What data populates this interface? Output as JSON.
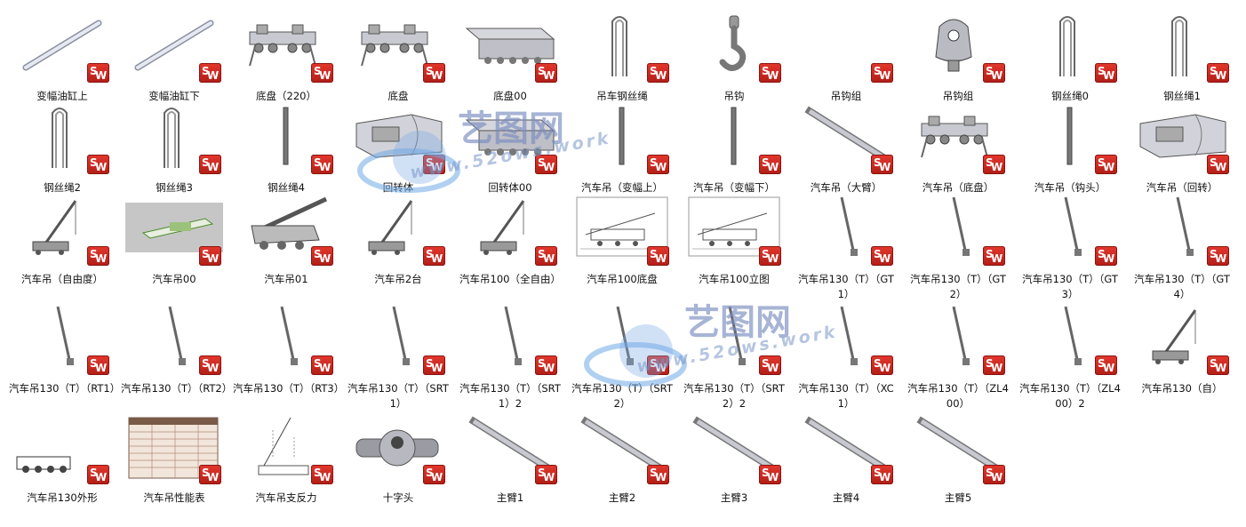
{
  "watermark": {
    "text": "艺图网",
    "url": "www.52ows.work"
  },
  "items": [
    {
      "label": "变幅油缸上",
      "icon": "rod"
    },
    {
      "label": "变幅油缸下",
      "icon": "rod"
    },
    {
      "label": "底盘（220）",
      "icon": "chassis"
    },
    {
      "label": "底盘",
      "icon": "chassis"
    },
    {
      "label": "底盘00",
      "icon": "chassis-block"
    },
    {
      "label": "吊车钢丝绳",
      "icon": "loop-rope"
    },
    {
      "label": "吊钩",
      "icon": "hook"
    },
    {
      "label": "吊钩组",
      "icon": "blank"
    },
    {
      "label": "吊钩组",
      "icon": "hook-block"
    },
    {
      "label": "钢丝绳0",
      "icon": "loop-rope"
    },
    {
      "label": "钢丝绳1",
      "icon": "loop-rope"
    },
    {
      "label": "钢丝绳2",
      "icon": "loop-rope"
    },
    {
      "label": "钢丝绳3",
      "icon": "loop-rope"
    },
    {
      "label": "钢丝绳4",
      "icon": "vertical-rod"
    },
    {
      "label": "回转体",
      "icon": "turntable"
    },
    {
      "label": "回转体00",
      "icon": "chassis-block"
    },
    {
      "label": "汽车吊（变幅上）",
      "icon": "vertical-rod"
    },
    {
      "label": "汽车吊（变幅下）",
      "icon": "vertical-rod"
    },
    {
      "label": "汽车吊（大臂）",
      "icon": "beam"
    },
    {
      "label": "汽车吊（底盘）",
      "icon": "chassis"
    },
    {
      "label": "汽车吊（钩头）",
      "icon": "vertical-rod"
    },
    {
      "label": "汽车吊（回转）",
      "icon": "turntable"
    },
    {
      "label": "汽车吊（自由度）",
      "icon": "crane"
    },
    {
      "label": "汽车吊00",
      "icon": "render"
    },
    {
      "label": "汽车吊01",
      "icon": "crane-truck"
    },
    {
      "label": "汽车吊2台",
      "icon": "crane"
    },
    {
      "label": "汽车吊100（全自由）",
      "icon": "crane"
    },
    {
      "label": "汽车吊100底盘",
      "icon": "drawing"
    },
    {
      "label": "汽车吊100立图",
      "icon": "drawing"
    },
    {
      "label": "汽车吊130（T）（GT1）",
      "icon": "boom"
    },
    {
      "label": "汽车吊130（T）（GT2）",
      "icon": "boom"
    },
    {
      "label": "汽车吊130（T）（GT3）",
      "icon": "boom"
    },
    {
      "label": "汽车吊130（T）（GT4）",
      "icon": "boom"
    },
    {
      "label": "汽车吊130（T）（RT1）",
      "icon": "boom"
    },
    {
      "label": "汽车吊130（T）（RT2）",
      "icon": "boom"
    },
    {
      "label": "汽车吊130（T）（RT3）",
      "icon": "boom"
    },
    {
      "label": "汽车吊130（T）（SRT1）",
      "icon": "boom"
    },
    {
      "label": "汽车吊130（T）（SRT1）2",
      "icon": "boom"
    },
    {
      "label": "汽车吊130（T）（SRT2）",
      "icon": "boom"
    },
    {
      "label": "汽车吊130（T）（SRT2）2",
      "icon": "boom"
    },
    {
      "label": "汽车吊130（T）（XC1）",
      "icon": "boom"
    },
    {
      "label": "汽车吊130（T）（ZL400）",
      "icon": "boom"
    },
    {
      "label": "汽车吊130（T）（ZL400）2",
      "icon": "boom"
    },
    {
      "label": "汽车吊130（自）",
      "icon": "crane"
    },
    {
      "label": "汽车吊130外形",
      "icon": "truck-side"
    },
    {
      "label": "汽车吊性能表",
      "icon": "table"
    },
    {
      "label": "汽车吊支反力",
      "icon": "sketch"
    },
    {
      "label": "十字头",
      "icon": "cross-head"
    },
    {
      "label": "主臂1",
      "icon": "beam"
    },
    {
      "label": "主臂2",
      "icon": "beam"
    },
    {
      "label": "主臂3",
      "icon": "beam"
    },
    {
      "label": "主臂4",
      "icon": "beam"
    },
    {
      "label": "主臂5",
      "icon": "beam"
    }
  ]
}
